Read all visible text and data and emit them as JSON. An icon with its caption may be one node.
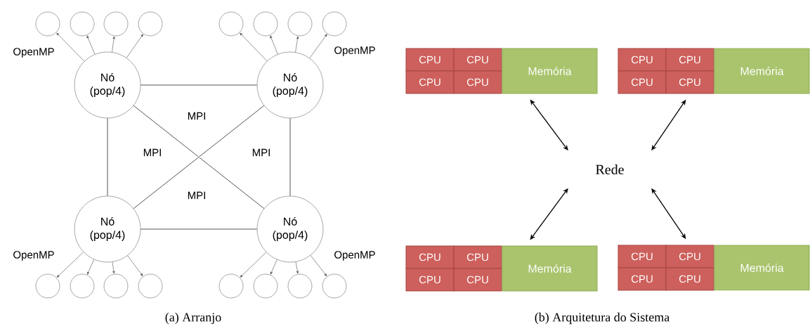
{
  "diagram": {
    "nodes": [
      {
        "text": [],
        "shape": "circle"
      },
      {
        "text": [],
        "shape": "circle"
      },
      {
        "text": [],
        "shape": "circle"
      },
      {
        "text": [],
        "shape": "circle"
      },
      {
        "text": [],
        "shape": "circle"
      },
      {
        "text": [],
        "shape": "circle"
      },
      {
        "text": [],
        "shape": "circle"
      },
      {
        "text": [],
        "shape": "circle"
      },
      {
        "text": [
          "Nó (pop/4)"
        ]
      },
      {
        "text": [
          "Nó (pop/4)"
        ]
      },
      {
        "text": [
          "Nó (pop/4)"
        ]
      },
      {
        "text": [
          "Nó (pop/4)"
        ]
      },
      {
        "text": [],
        "shape": "circle"
      },
      {
        "text": [],
        "shape": "circle"
      },
      {
        "text": [],
        "shape": "circle"
      },
      {
        "text": [],
        "shape": "circle"
      },
      {
        "text": [],
        "shape": "circle"
      },
      {
        "text": [],
        "shape": "circle"
      },
      {
        "text": [],
        "shape": "circle"
      },
      {
        "text": [],
        "shape": "circle"
      },
      {
        "text": [
          "CPU"
        ]
      },
      {
        "text": [
          "CPU"
        ]
      },
      {
        "text": [
          "CPU"
        ]
      },
      {
        "text": [
          "CPU"
        ]
      },
      {
        "text": [
          "Memória"
        ]
      },
      {
        "text": [
          "CPU"
        ]
      },
      {
        "text": [
          "CPU"
        ]
      },
      {
        "text": [
          "CPU"
        ]
      },
      {
        "text": [
          "CPU"
        ]
      },
      {
        "text": [
          "Memória"
        ]
      },
      {
        "text": [
          "Rede"
        ]
      },
      {
        "text": [
          "CPU"
        ]
      },
      {
        "text": [
          "CPU"
        ]
      },
      {
        "text": [
          "CPU"
        ]
      },
      {
        "text": [
          "CPU"
        ]
      },
      {
        "text": [
          "Memória"
        ]
      },
      {
        "text": [
          "CPU"
        ]
      },
      {
        "text": [
          "CPU"
        ]
      },
      {
        "text": [
          "CPU"
        ]
      },
      {
        "text": [
          "CPU"
        ]
      },
      {
        "text": [
          "Memória"
        ]
      }
    ],
    "edges": [
      {
        "from": 8,
        "to": 9,
        "arrow": "none"
      },
      {
        "from": 8,
        "to": 10,
        "arrow": "none"
      },
      {
        "from": 8,
        "to": 11,
        "arrow": "none"
      },
      {
        "from": 9,
        "to": 10,
        "arrow": "none"
      },
      {
        "from": 9,
        "to": 11,
        "arrow": "none"
      },
      {
        "from": 10,
        "to": 11,
        "arrow": "none"
      },
      {
        "from": 8,
        "to": 0,
        "arrow": "to"
      },
      {
        "from": 8,
        "to": 1,
        "arrow": "to"
      },
      {
        "from": 8,
        "to": 2,
        "arrow": "to"
      },
      {
        "from": 8,
        "to": 3,
        "arrow": "to"
      },
      {
        "from": 9,
        "to": 4,
        "arrow": "to"
      },
      {
        "from": 9,
        "to": 5,
        "arrow": "to"
      },
      {
        "from": 9,
        "to": 6,
        "arrow": "to"
      },
      {
        "from": 9,
        "to": 7,
        "arrow": "to"
      },
      {
        "from": 10,
        "to": 12,
        "arrow": "to"
      },
      {
        "from": 10,
        "to": 13,
        "arrow": "to"
      },
      {
        "from": 10,
        "to": 14,
        "arrow": "to"
      },
      {
        "from": 10,
        "to": 15,
        "arrow": "to"
      },
      {
        "from": 11,
        "to": 16,
        "arrow": "to"
      },
      {
        "from": 11,
        "to": 17,
        "arrow": "to"
      },
      {
        "from": 11,
        "to": 18,
        "arrow": "to"
      },
      {
        "from": 11,
        "to": 19,
        "arrow": "to"
      },
      {
        "from": 30,
        "to": 24,
        "arrow": "both"
      },
      {
        "from": 30,
        "to": 28,
        "arrow": "both"
      },
      {
        "from": 30,
        "to": 35,
        "arrow": "both"
      },
      {
        "from": 30,
        "to": 37,
        "arrow": "both"
      }
    ],
    "labels": [
      "OpenMP",
      "OpenMP",
      "MPI",
      "MPI",
      "MPI",
      "MPI",
      "OpenMP",
      "OpenMP",
      "(a) Arranjo",
      "(b) Arquitetura do Sistema"
    ]
  }
}
